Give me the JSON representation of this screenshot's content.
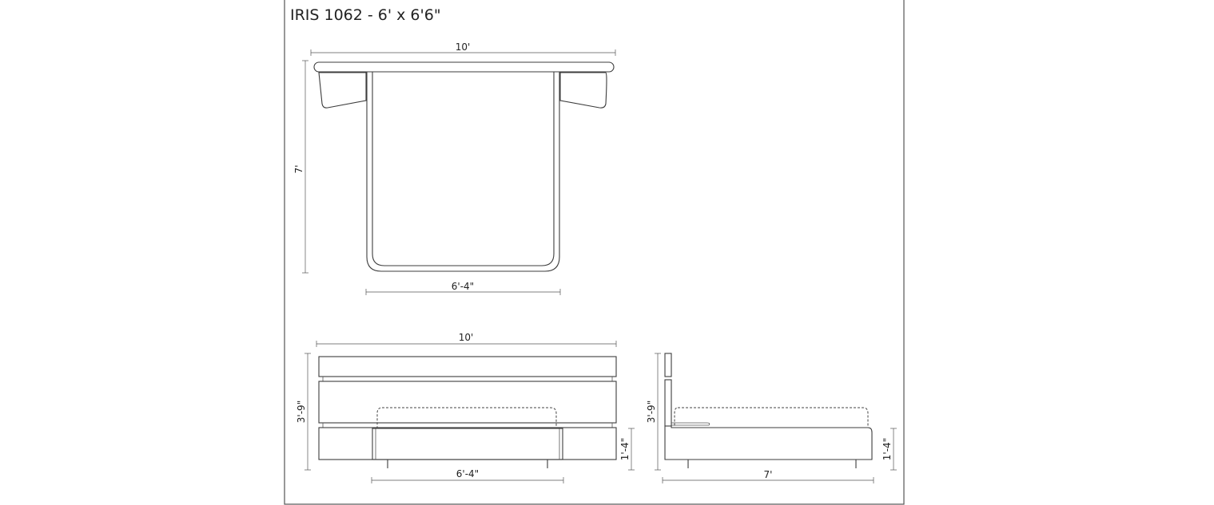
{
  "title": "IRIS 1062 - 6' x 6'6\"",
  "plan_view": {
    "width_label": "10'",
    "length_label": "7'",
    "frame_width_label": "6'-4\""
  },
  "front_view": {
    "width_label": "10'",
    "height_label": "3'-9\"",
    "base_height_label": "1'-4\"",
    "frame_width_label": "6'-4\""
  },
  "side_view": {
    "height_label": "3'-9\"",
    "base_height_label": "1'-4\"",
    "length_label": "7'"
  }
}
